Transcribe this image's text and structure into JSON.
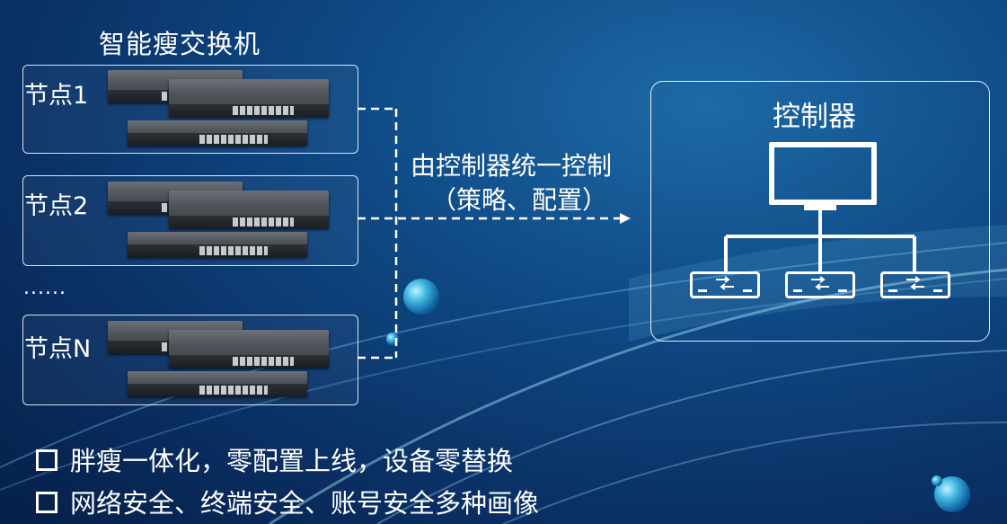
{
  "title": "智能瘦交换机",
  "nodes": [
    {
      "label": "节点1"
    },
    {
      "label": "节点2"
    },
    {
      "label": "节点N"
    }
  ],
  "ellipsis": "......",
  "connector": {
    "line1": "由控制器统一控制",
    "line2": "（策略、配置）"
  },
  "controller": {
    "title": "控制器",
    "icons": [
      "monitor-icon",
      "switch-icon",
      "switch-icon",
      "switch-icon"
    ]
  },
  "bullets": [
    "胖瘦一体化，零配置上线，设备零替换",
    "网络安全、终端安全、账号安全多种画像"
  ],
  "colors": {
    "background": "#0a3064",
    "line": "#ffffff"
  }
}
